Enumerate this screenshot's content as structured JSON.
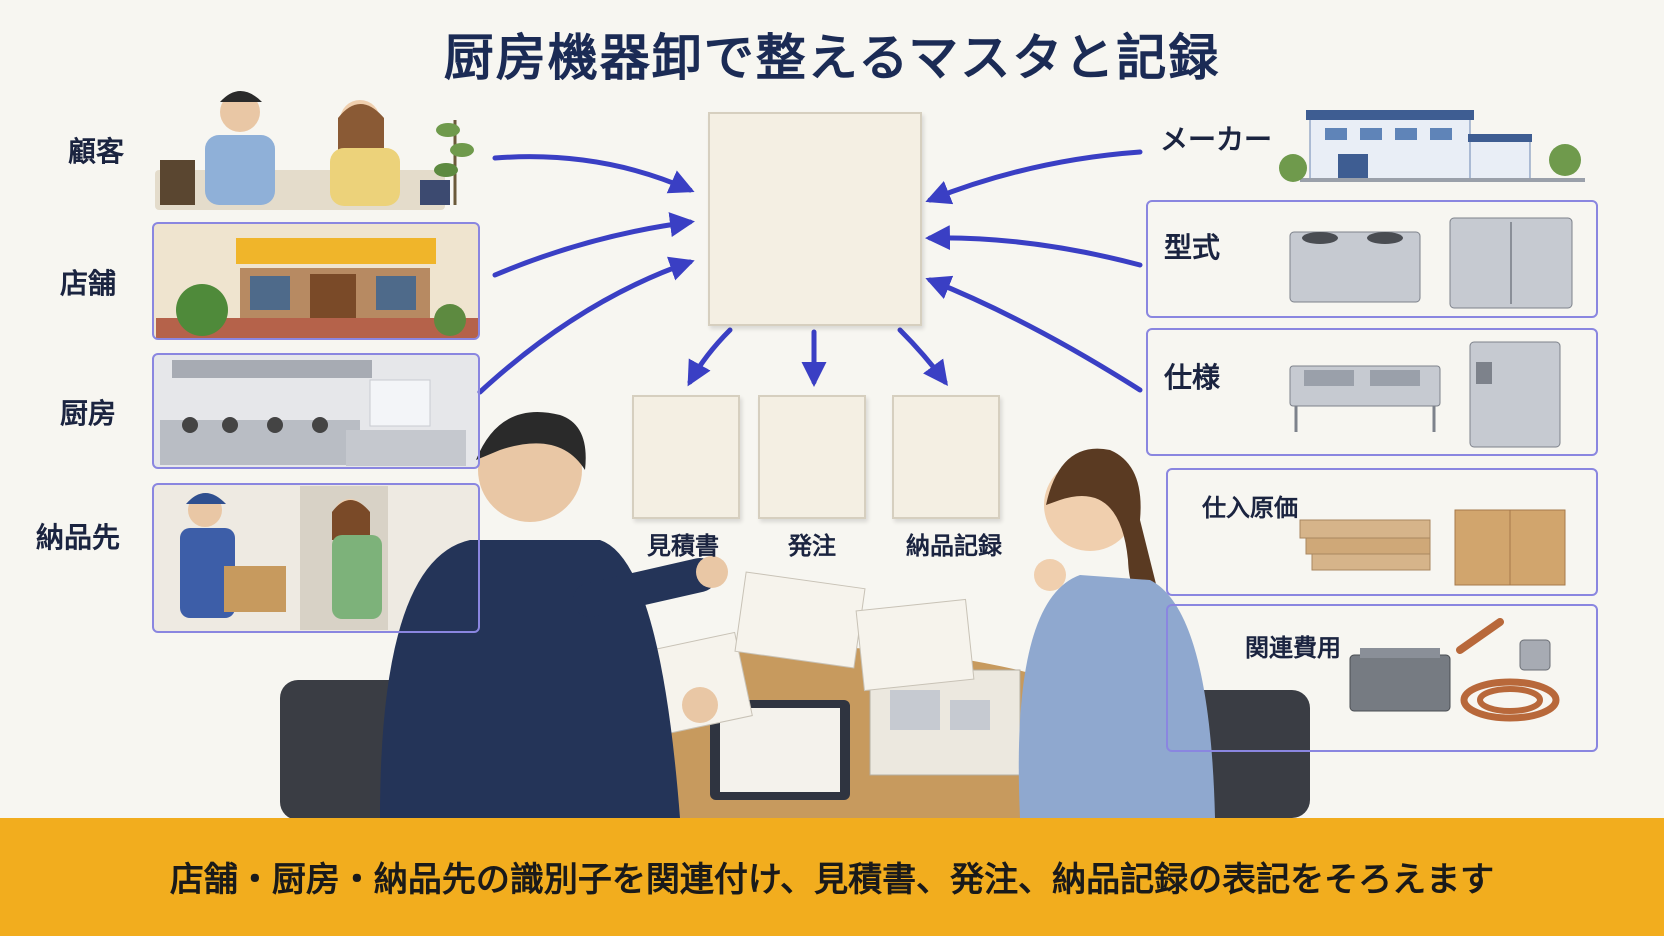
{
  "title": "厨房機器卸で整えるマスタと記録",
  "left_items": [
    "顧客",
    "店舗",
    "厨房",
    "納品先"
  ],
  "right_items": [
    "メーカー",
    "型式",
    "仕様",
    "仕入原価",
    "関連費用"
  ],
  "documents": [
    "見積書",
    "発注",
    "納品記録"
  ],
  "banner": "店舗・厨房・納品先の識別子を関連付け、見積書、発注、納品記録の表記をそろえます",
  "colors": {
    "arrow": "#3a3fc4",
    "panel_border": "#8a86e0",
    "banner": "#f2ad1e",
    "title": "#1b2b55"
  }
}
